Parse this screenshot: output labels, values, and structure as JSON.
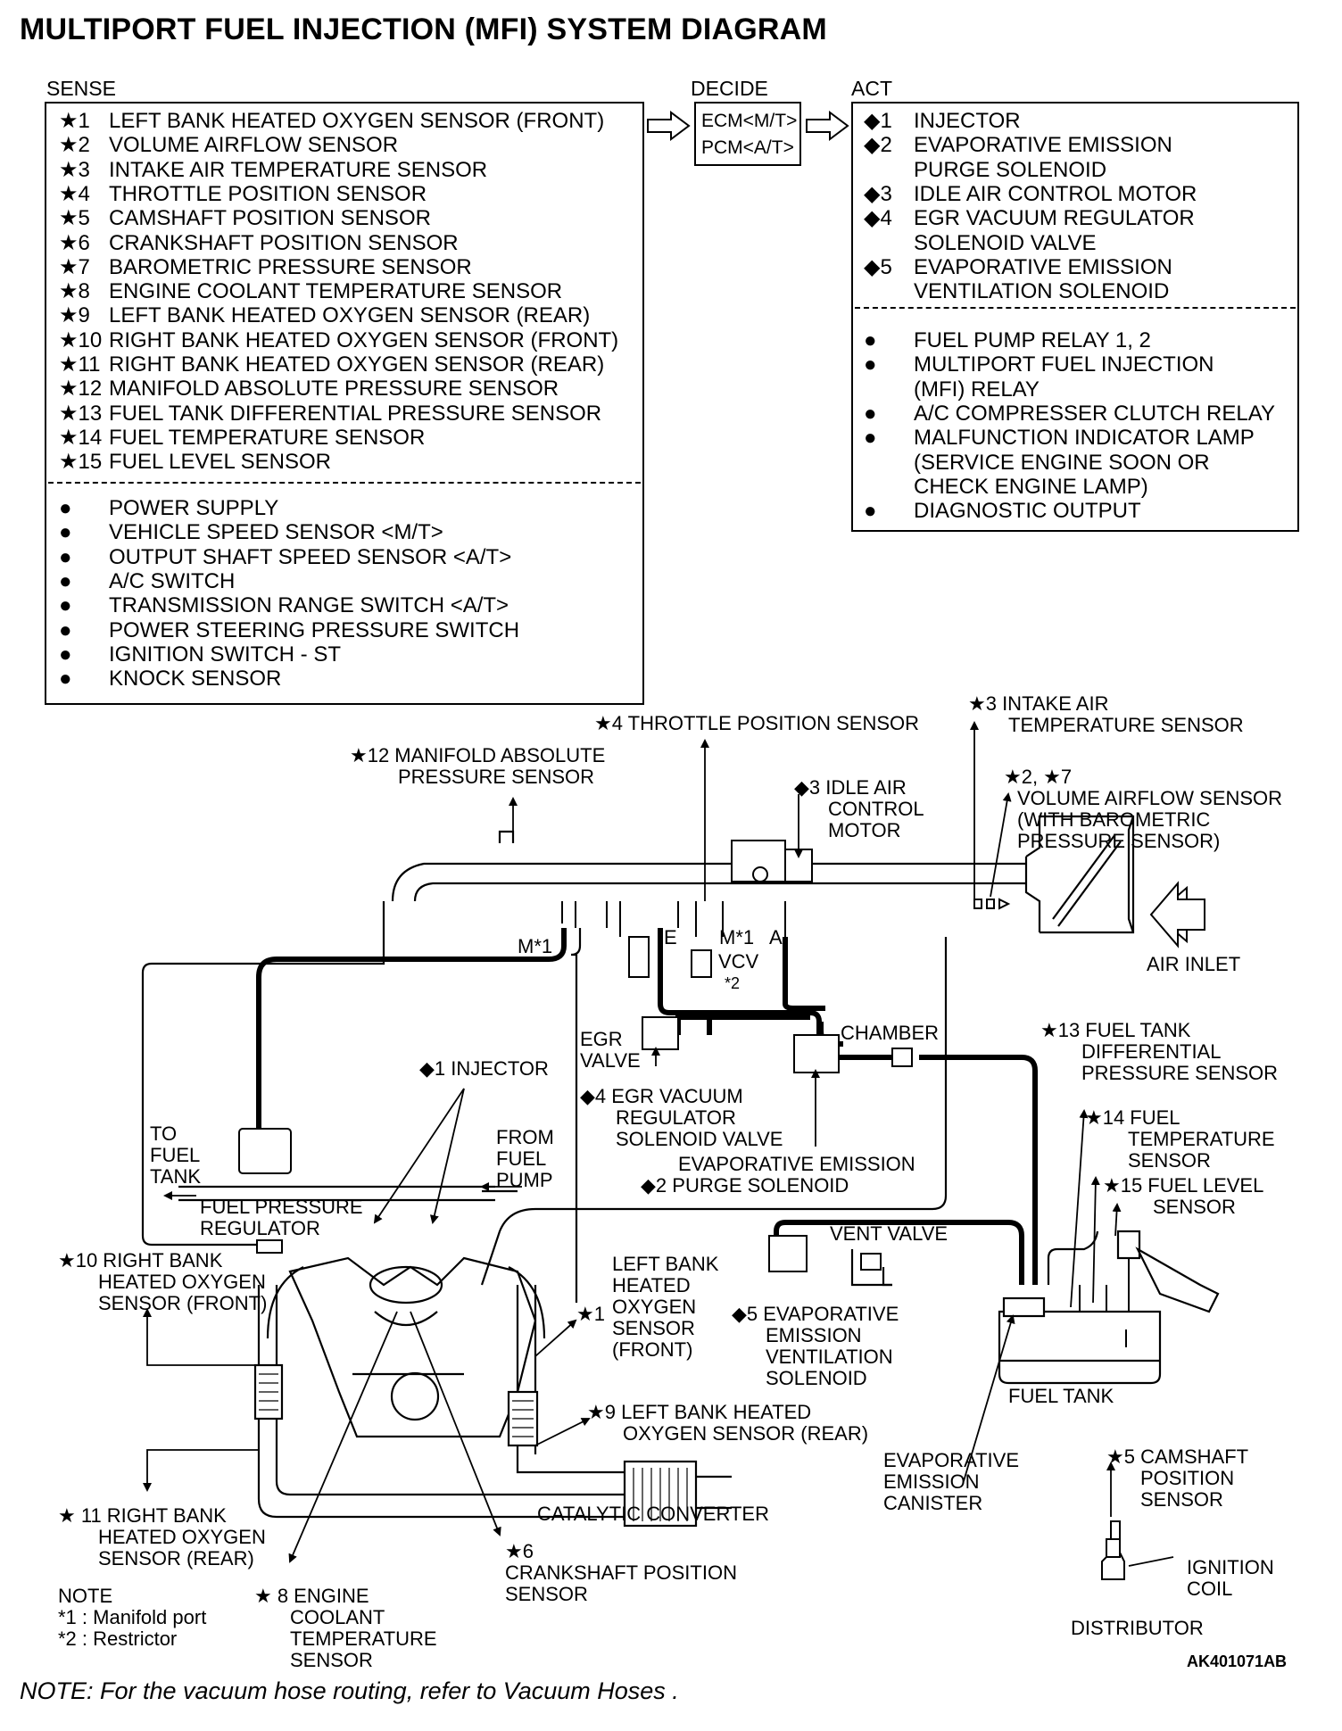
{
  "title": "MULTIPORT FUEL INJECTION (MFI) SYSTEM DIAGRAM",
  "headers": {
    "sense": "SENSE",
    "decide": "DECIDE",
    "act": "ACT"
  },
  "decide_box": {
    "line1": "ECM<M/T>",
    "line2": "PCM<A/T>"
  },
  "sense_sensors": [
    {
      "sym": "★1",
      "text": "LEFT BANK HEATED OXYGEN SENSOR (FRONT)"
    },
    {
      "sym": "★2",
      "text": "VOLUME AIRFLOW SENSOR"
    },
    {
      "sym": "★3",
      "text": "INTAKE AIR TEMPERATURE SENSOR"
    },
    {
      "sym": "★4",
      "text": "THROTTLE POSITION SENSOR"
    },
    {
      "sym": "★5",
      "text": "CAMSHAFT POSITION SENSOR"
    },
    {
      "sym": "★6",
      "text": "CRANKSHAFT POSITION SENSOR"
    },
    {
      "sym": "★7",
      "text": "BAROMETRIC PRESSURE SENSOR"
    },
    {
      "sym": "★8",
      "text": "ENGINE COOLANT TEMPERATURE SENSOR"
    },
    {
      "sym": "★9",
      "text": "LEFT BANK HEATED OXYGEN SENSOR (REAR)"
    },
    {
      "sym": "★10",
      "text": "RIGHT BANK HEATED OXYGEN SENSOR (FRONT)"
    },
    {
      "sym": "★11",
      "text": "RIGHT BANK HEATED OXYGEN SENSOR (REAR)"
    },
    {
      "sym": "★12",
      "text": "MANIFOLD ABSOLUTE PRESSURE SENSOR"
    },
    {
      "sym": "★13",
      "text": "FUEL TANK DIFFERENTIAL PRESSURE SENSOR"
    },
    {
      "sym": "★14",
      "text": "FUEL TEMPERATURE SENSOR"
    },
    {
      "sym": "★15",
      "text": "FUEL LEVEL SENSOR"
    }
  ],
  "sense_other": [
    {
      "sym": "●",
      "text": "POWER SUPPLY"
    },
    {
      "sym": "●",
      "text": "VEHICLE SPEED SENSOR <M/T>"
    },
    {
      "sym": "●",
      "text": "OUTPUT SHAFT SPEED SENSOR <A/T>"
    },
    {
      "sym": "●",
      "text": "A/C SWITCH"
    },
    {
      "sym": "●",
      "text": "TRANSMISSION RANGE SWITCH <A/T>"
    },
    {
      "sym": "●",
      "text": "POWER STEERING PRESSURE SWITCH"
    },
    {
      "sym": "●",
      "text": "IGNITION SWITCH - ST"
    },
    {
      "sym": "●",
      "text": "KNOCK SENSOR"
    }
  ],
  "act_actuators": [
    {
      "sym": "◆1",
      "text": "INJECTOR"
    },
    {
      "sym": "◆2",
      "text": "EVAPORATIVE EMISSION"
    },
    {
      "sym": "",
      "text": "PURGE SOLENOID"
    },
    {
      "sym": "◆3",
      "text": "IDLE AIR CONTROL MOTOR"
    },
    {
      "sym": "◆4",
      "text": "EGR VACUUM REGULATOR"
    },
    {
      "sym": "",
      "text": "SOLENOID VALVE"
    },
    {
      "sym": "◆5",
      "text": "EVAPORATIVE EMISSION"
    },
    {
      "sym": "",
      "text": "VENTILATION SOLENOID"
    }
  ],
  "act_other": [
    {
      "sym": "●",
      "text": "FUEL PUMP RELAY 1, 2"
    },
    {
      "sym": "●",
      "text": "MULTIPORT FUEL INJECTION"
    },
    {
      "sym": "",
      "text": "(MFI) RELAY"
    },
    {
      "sym": "●",
      "text": "A/C COMPRESSER CLUTCH RELAY"
    },
    {
      "sym": "●",
      "text": "MALFUNCTION INDICATOR LAMP"
    },
    {
      "sym": "",
      "text": "(SERVICE ENGINE SOON OR"
    },
    {
      "sym": "",
      "text": " CHECK ENGINE LAMP)"
    },
    {
      "sym": "●",
      "text": "DIAGNOSTIC OUTPUT"
    }
  ],
  "labels": {
    "tps": "★4 THROTTLE POSITION SENSOR",
    "iat1": "★3 INTAKE AIR",
    "iat2": "TEMPERATURE SENSOR",
    "map1": "★12 MANIFOLD ABSOLUTE",
    "map2": "PRESSURE SENSOR",
    "iac1": "◆3 IDLE AIR",
    "iac2": "CONTROL",
    "iac3": "MOTOR",
    "vaf1": "★2, ★7",
    "vaf2": "VOLUME AIRFLOW SENSOR",
    "vaf3": "(WITH BAROMETRIC",
    "vaf4": "PRESSURE SENSOR)",
    "air_inlet": "AIR INLET",
    "port_m1_left": "M*1",
    "port_e": "E",
    "port_m1_right": "M*1",
    "port_a": "A",
    "vcv": "VCV",
    "restrictor_mark": "*2",
    "egr1": "EGR",
    "egr2": "VALVE",
    "chamber": "CHAMBER",
    "injector": "◆1 INJECTOR",
    "egrvr1": "◆4 EGR VACUUM",
    "egrvr2": "REGULATOR",
    "egrvr3": "SOLENOID VALVE",
    "purge1": "EVAPORATIVE EMISSION",
    "purge2": "◆2 PURGE SOLENOID",
    "to_fuel1": "TO",
    "to_fuel2": "FUEL",
    "to_fuel3": "TANK",
    "from_fuel1": "FROM",
    "from_fuel2": "FUEL",
    "from_fuel3": "PUMP",
    "fpr1": "FUEL PRESSURE",
    "fpr2": "REGULATOR",
    "ftdp1": "★13 FUEL TANK",
    "ftdp2": "DIFFERENTIAL",
    "ftdp3": "PRESSURE SENSOR",
    "ft1": "★14 FUEL",
    "ft2": "TEMPERATURE",
    "ft3": "SENSOR",
    "fl1": "★15 FUEL LEVEL",
    "fl2": "SENSOR",
    "vent_valve": "VENT VALVE",
    "rbo2f1": "★10 RIGHT BANK",
    "rbo2f2": "HEATED OXYGEN",
    "rbo2f3": "SENSOR (FRONT)",
    "lbo2f1": "LEFT BANK",
    "lbo2f2": "HEATED",
    "lbo2f3": "OXYGEN",
    "lbo2f4": "SENSOR",
    "lbo2f5": "(FRONT)",
    "lbo2f_star": "★1",
    "evvent1": "◆5 EVAPORATIVE",
    "evvent2": "EMISSION",
    "evvent3": "VENTILATION",
    "evvent4": "SOLENOID",
    "fuel_tank": "FUEL TANK",
    "lbo2r1": "★9 LEFT BANK HEATED",
    "lbo2r2": "OXYGEN SENSOR (REAR)",
    "canister1": "EVAPORATIVE",
    "canister2": "EMISSION",
    "canister3": "CANISTER",
    "cmp1": "★5 CAMSHAFT",
    "cmp2": "POSITION",
    "cmp3": "SENSOR",
    "cat": "CATALYTIC CONVERTER",
    "rbo2r1": "★ 11 RIGHT BANK",
    "rbo2r2": "HEATED OXYGEN",
    "rbo2r3": "SENSOR (REAR)",
    "ckp1": "★6",
    "ckp2": "CRANKSHAFT POSITION",
    "ckp3": "SENSOR",
    "ign1": "IGNITION",
    "ign2": "COIL",
    "distributor": "DISTRIBUTOR",
    "ect1": "★ 8 ENGINE",
    "ect2": "COOLANT",
    "ect3": "TEMPERATURE",
    "ect4": "SENSOR",
    "note0": "NOTE",
    "note1": "*1 : Manifold port",
    "note2": "*2 : Restrictor",
    "fig_id": "AK401071AB"
  },
  "footer_note": "NOTE: For the vacuum hose routing, refer to Vacuum Hoses ."
}
